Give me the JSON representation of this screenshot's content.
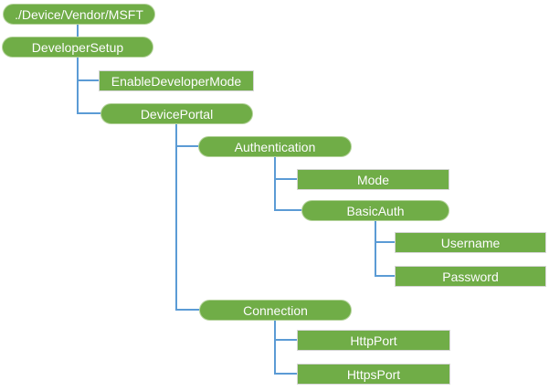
{
  "diagram": {
    "type": "tree",
    "nodes": [
      {
        "label": "./Device/Vendor/MSFT",
        "shape": "pill"
      },
      {
        "label": "DeveloperSetup",
        "shape": "pill"
      },
      {
        "label": "EnableDeveloperMode",
        "shape": "rect"
      },
      {
        "label": "DevicePortal",
        "shape": "pill"
      },
      {
        "label": "Authentication",
        "shape": "pill"
      },
      {
        "label": "Mode",
        "shape": "rect"
      },
      {
        "label": "BasicAuth",
        "shape": "pill"
      },
      {
        "label": "Username",
        "shape": "rect"
      },
      {
        "label": "Password",
        "shape": "rect"
      },
      {
        "label": "Connection",
        "shape": "pill"
      },
      {
        "label": "HttpPort",
        "shape": "rect"
      },
      {
        "label": "HttpsPort",
        "shape": "rect"
      }
    ],
    "tree": {
      "label": "./Device/Vendor/MSFT",
      "children": [
        {
          "label": "DeveloperSetup",
          "children": [
            {
              "label": "EnableDeveloperMode"
            },
            {
              "label": "DevicePortal",
              "children": [
                {
                  "label": "Authentication",
                  "children": [
                    {
                      "label": "Mode"
                    },
                    {
                      "label": "BasicAuth",
                      "children": [
                        {
                          "label": "Username"
                        },
                        {
                          "label": "Password"
                        }
                      ]
                    }
                  ]
                },
                {
                  "label": "Connection",
                  "children": [
                    {
                      "label": "HttpPort"
                    },
                    {
                      "label": "HttpsPort"
                    }
                  ]
                }
              ]
            }
          ]
        }
      ]
    },
    "colors": {
      "node_fill": "#70AD47",
      "node_text": "#FFFFFF",
      "pill_border": "#B3D29A",
      "rect_border": "#D6D6D6",
      "connector": "#5B9BD5",
      "background": "#FFFFFF"
    }
  }
}
